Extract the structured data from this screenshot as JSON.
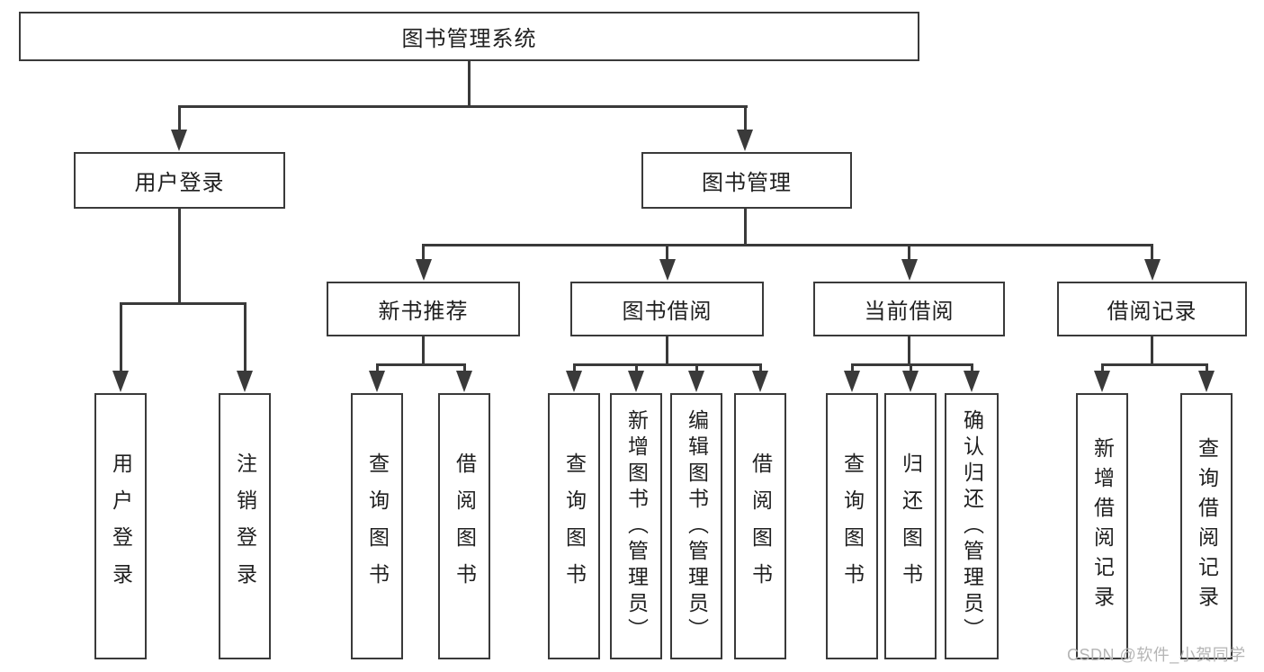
{
  "diagram": {
    "tree": {
      "root": {
        "label": "图书管理系统"
      },
      "level2": [
        {
          "label": "用户登录"
        },
        {
          "label": "图书管理"
        }
      ],
      "level3": [
        {
          "label": "新书推荐"
        },
        {
          "label": "图书借阅"
        },
        {
          "label": "当前借阅"
        },
        {
          "label": "借阅记录"
        }
      ],
      "leaves": {
        "user_login": [
          {
            "label": "用户登录"
          },
          {
            "label": "注销登录"
          }
        ],
        "new_book": [
          {
            "label": "查询图书"
          },
          {
            "label": "借阅图书"
          }
        ],
        "book_borrow": [
          {
            "label": "查询图书"
          },
          {
            "label": "新增图书（管理员）"
          },
          {
            "label": "编辑图书（管理员）"
          },
          {
            "label": "借阅图书"
          }
        ],
        "current_borrow": [
          {
            "label": "查询图书"
          },
          {
            "label": "归还图书"
          },
          {
            "label": "确认归还（管理员）"
          }
        ],
        "borrow_record": [
          {
            "label": "新增借阅记录"
          },
          {
            "label": "查询借阅记录"
          }
        ]
      }
    },
    "watermark": "CSDN @软件_小贺同学"
  },
  "colors": {
    "line": "#3a3a3a",
    "text": "#1f1f1f",
    "background": "#ffffff",
    "watermark": "#b5b5b5"
  }
}
